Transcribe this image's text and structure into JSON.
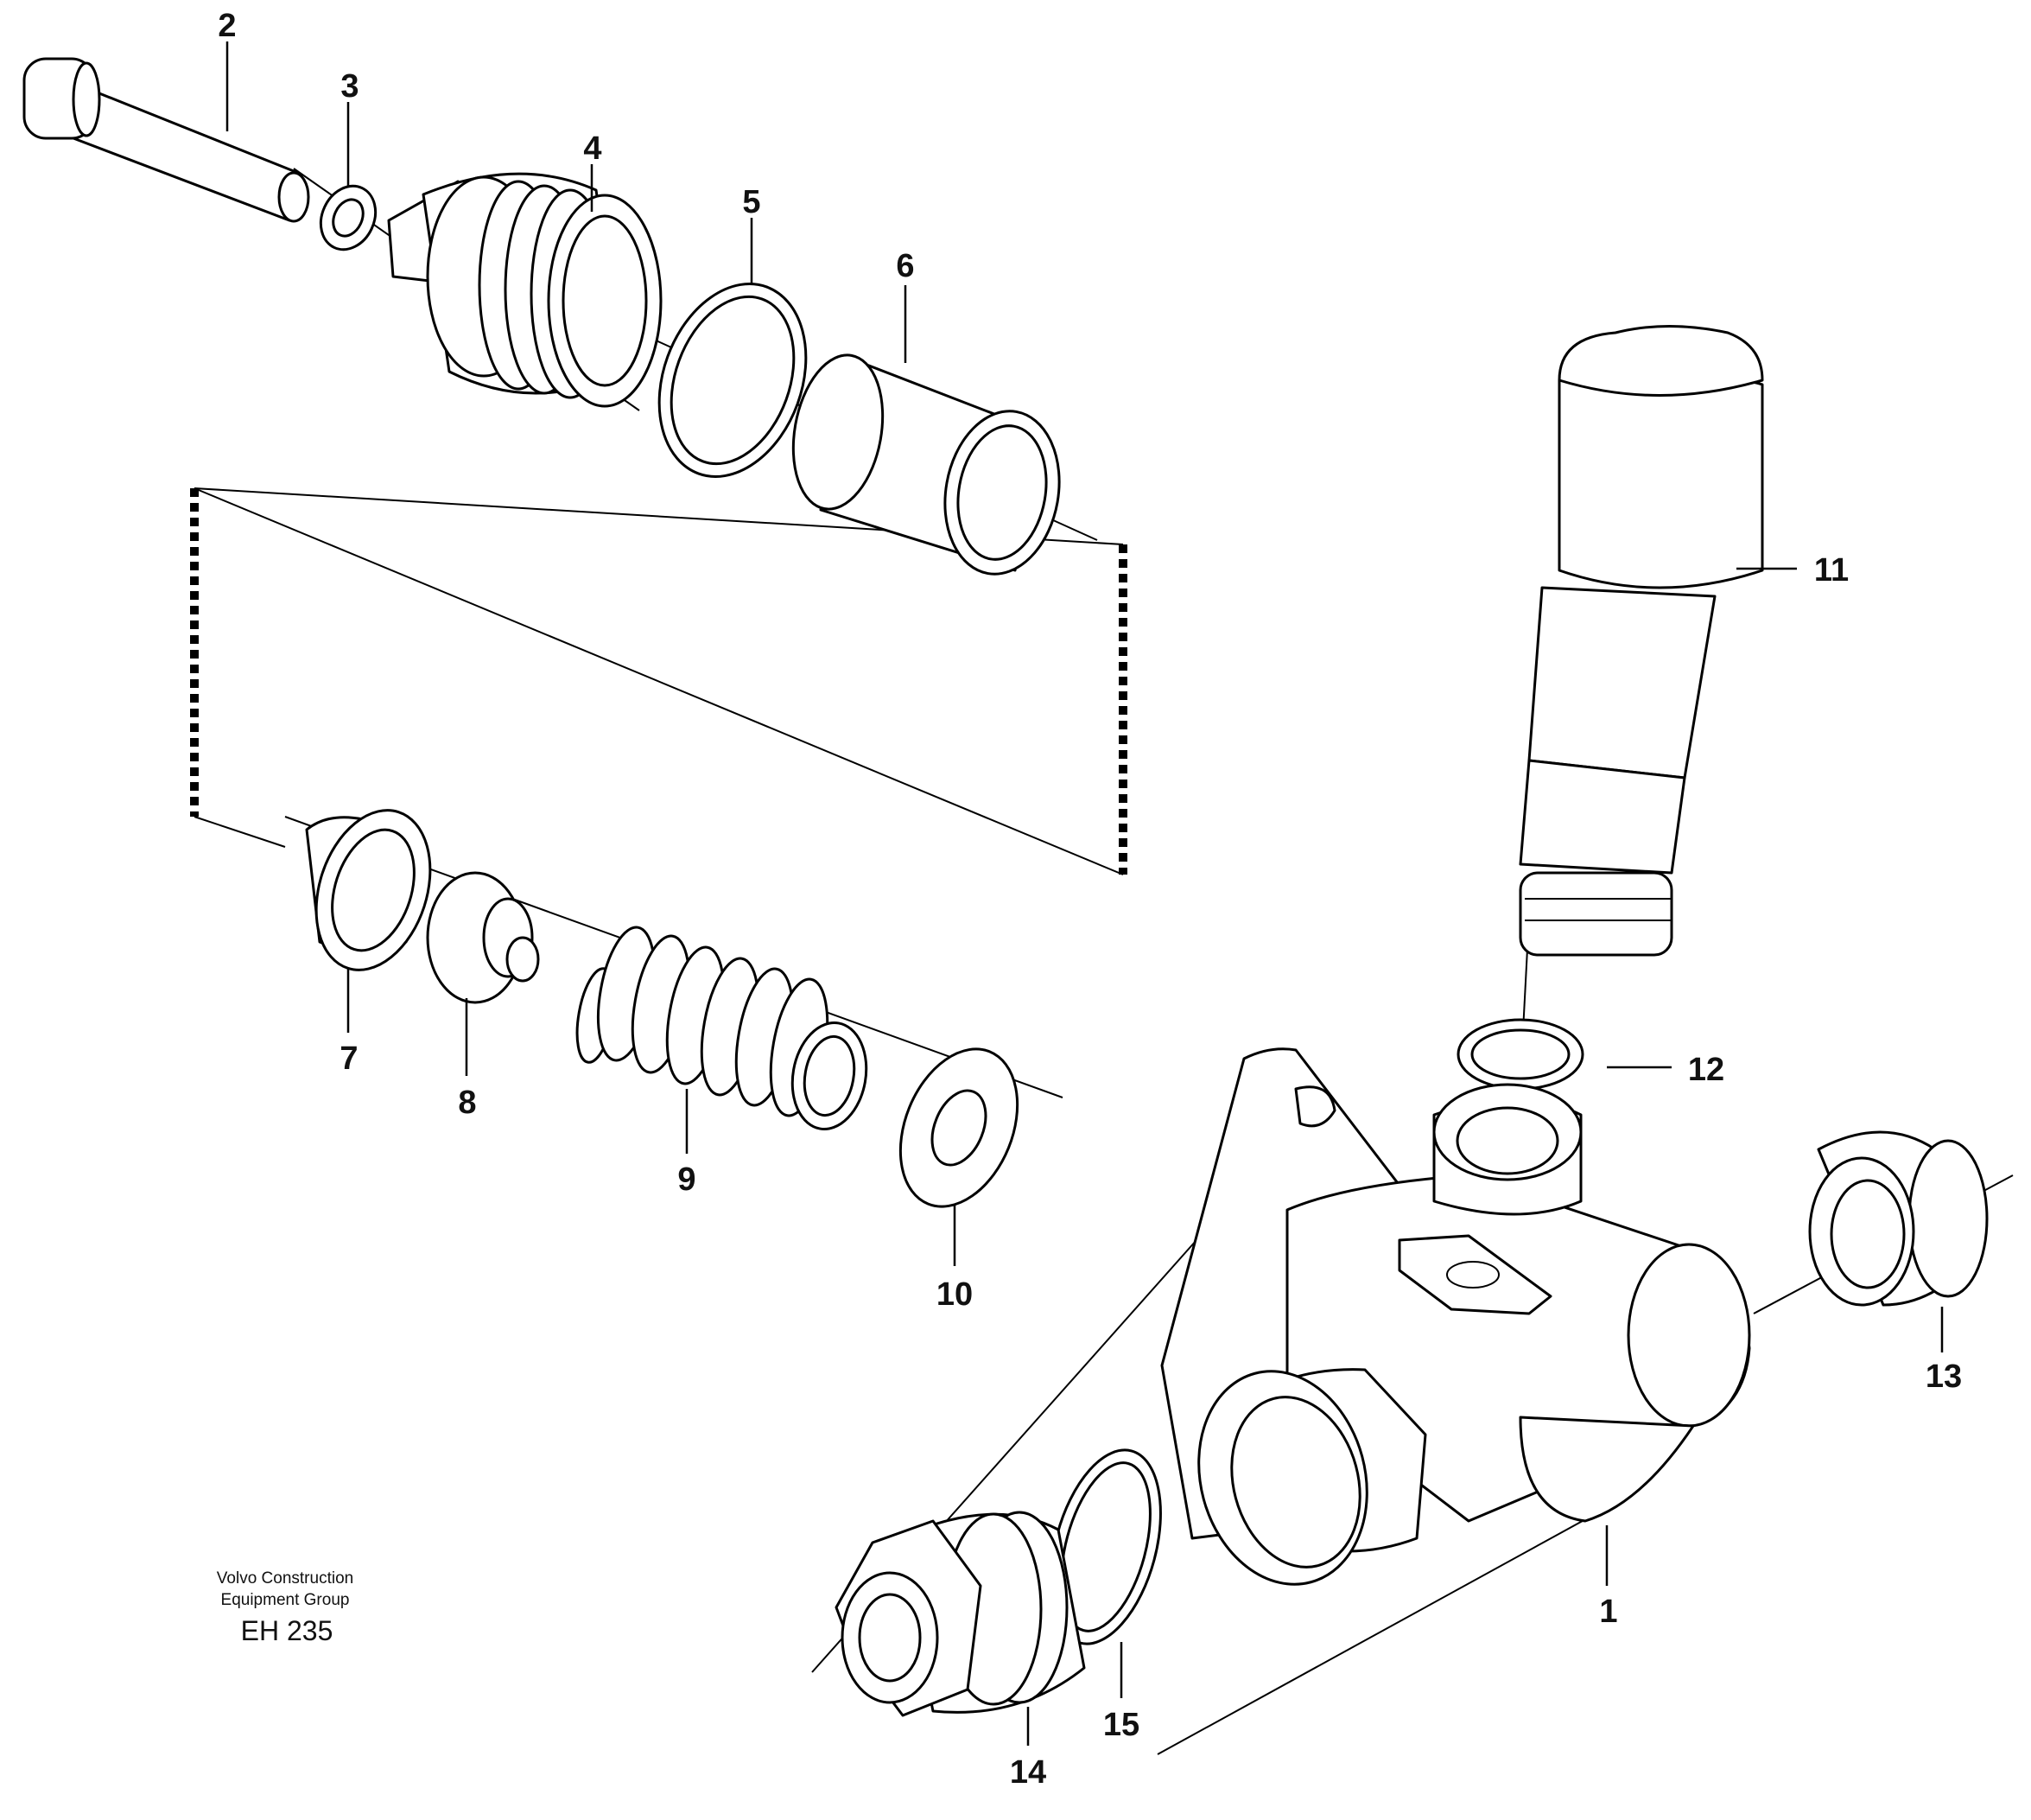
{
  "callouts": {
    "c1": "1",
    "c2": "2",
    "c3": "3",
    "c4": "4",
    "c5": "5",
    "c6": "6",
    "c7": "7",
    "c8": "8",
    "c9": "9",
    "c10": "10",
    "c11": "11",
    "c12": "12",
    "c13": "13",
    "c14": "14",
    "c15": "15"
  },
  "credit": {
    "line1": "Volvo Construction",
    "line2": "Equipment Group",
    "code": "EH 235"
  }
}
